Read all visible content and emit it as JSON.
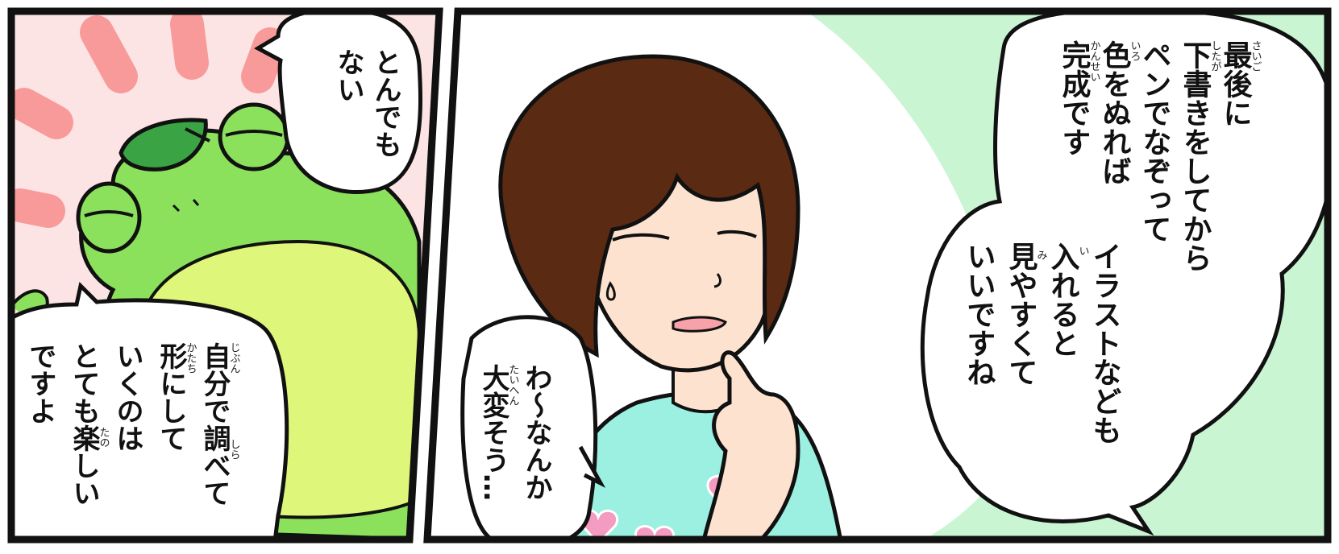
{
  "panels": {
    "left": {
      "bubble_top": {
        "lines": [
          "とんでも",
          "ない"
        ]
      },
      "bubble_bottom": {
        "lines": [
          "自分で調べて",
          "形にして",
          "いくのは",
          "とても楽しい",
          "ですよ"
        ],
        "ruby": {
          "jibun": "じぶん",
          "shira": "しら",
          "katachi": "かたち",
          "tano": "たの"
        }
      }
    },
    "right": {
      "bubble_main": {
        "lines": [
          "最後に",
          "下書きをしてから",
          "ペンでなぞって",
          "色をぬれば",
          "完成です"
        ],
        "ruby": {
          "saigo": "さいご",
          "shitagaki": "したが",
          "iro": "いろ",
          "kansei": "かんせい"
        }
      },
      "bubble_main_2": {
        "lines": [
          "イラストなども",
          "入れると",
          "見やすくて",
          "いいですね"
        ],
        "ruby": {
          "i": "い",
          "mi": "み"
        }
      },
      "bubble_girl": {
        "lines": [
          "わ〜なんか",
          "大変そう…"
        ],
        "ruby": {
          "taihen": "たいへん"
        }
      }
    }
  },
  "colors": {
    "left_bg": "#fde4e4",
    "burst": "#f99a9a",
    "frog_body": "#8be05c",
    "frog_belly": "#def77b",
    "frog_leaf": "#3aa344",
    "right_bg": "#c9f5d3",
    "hair": "#5a2a12",
    "skin": "#fde3cf",
    "shirt": "#9bf0e2",
    "heart": "#f39bc0",
    "ink": "#111111"
  }
}
